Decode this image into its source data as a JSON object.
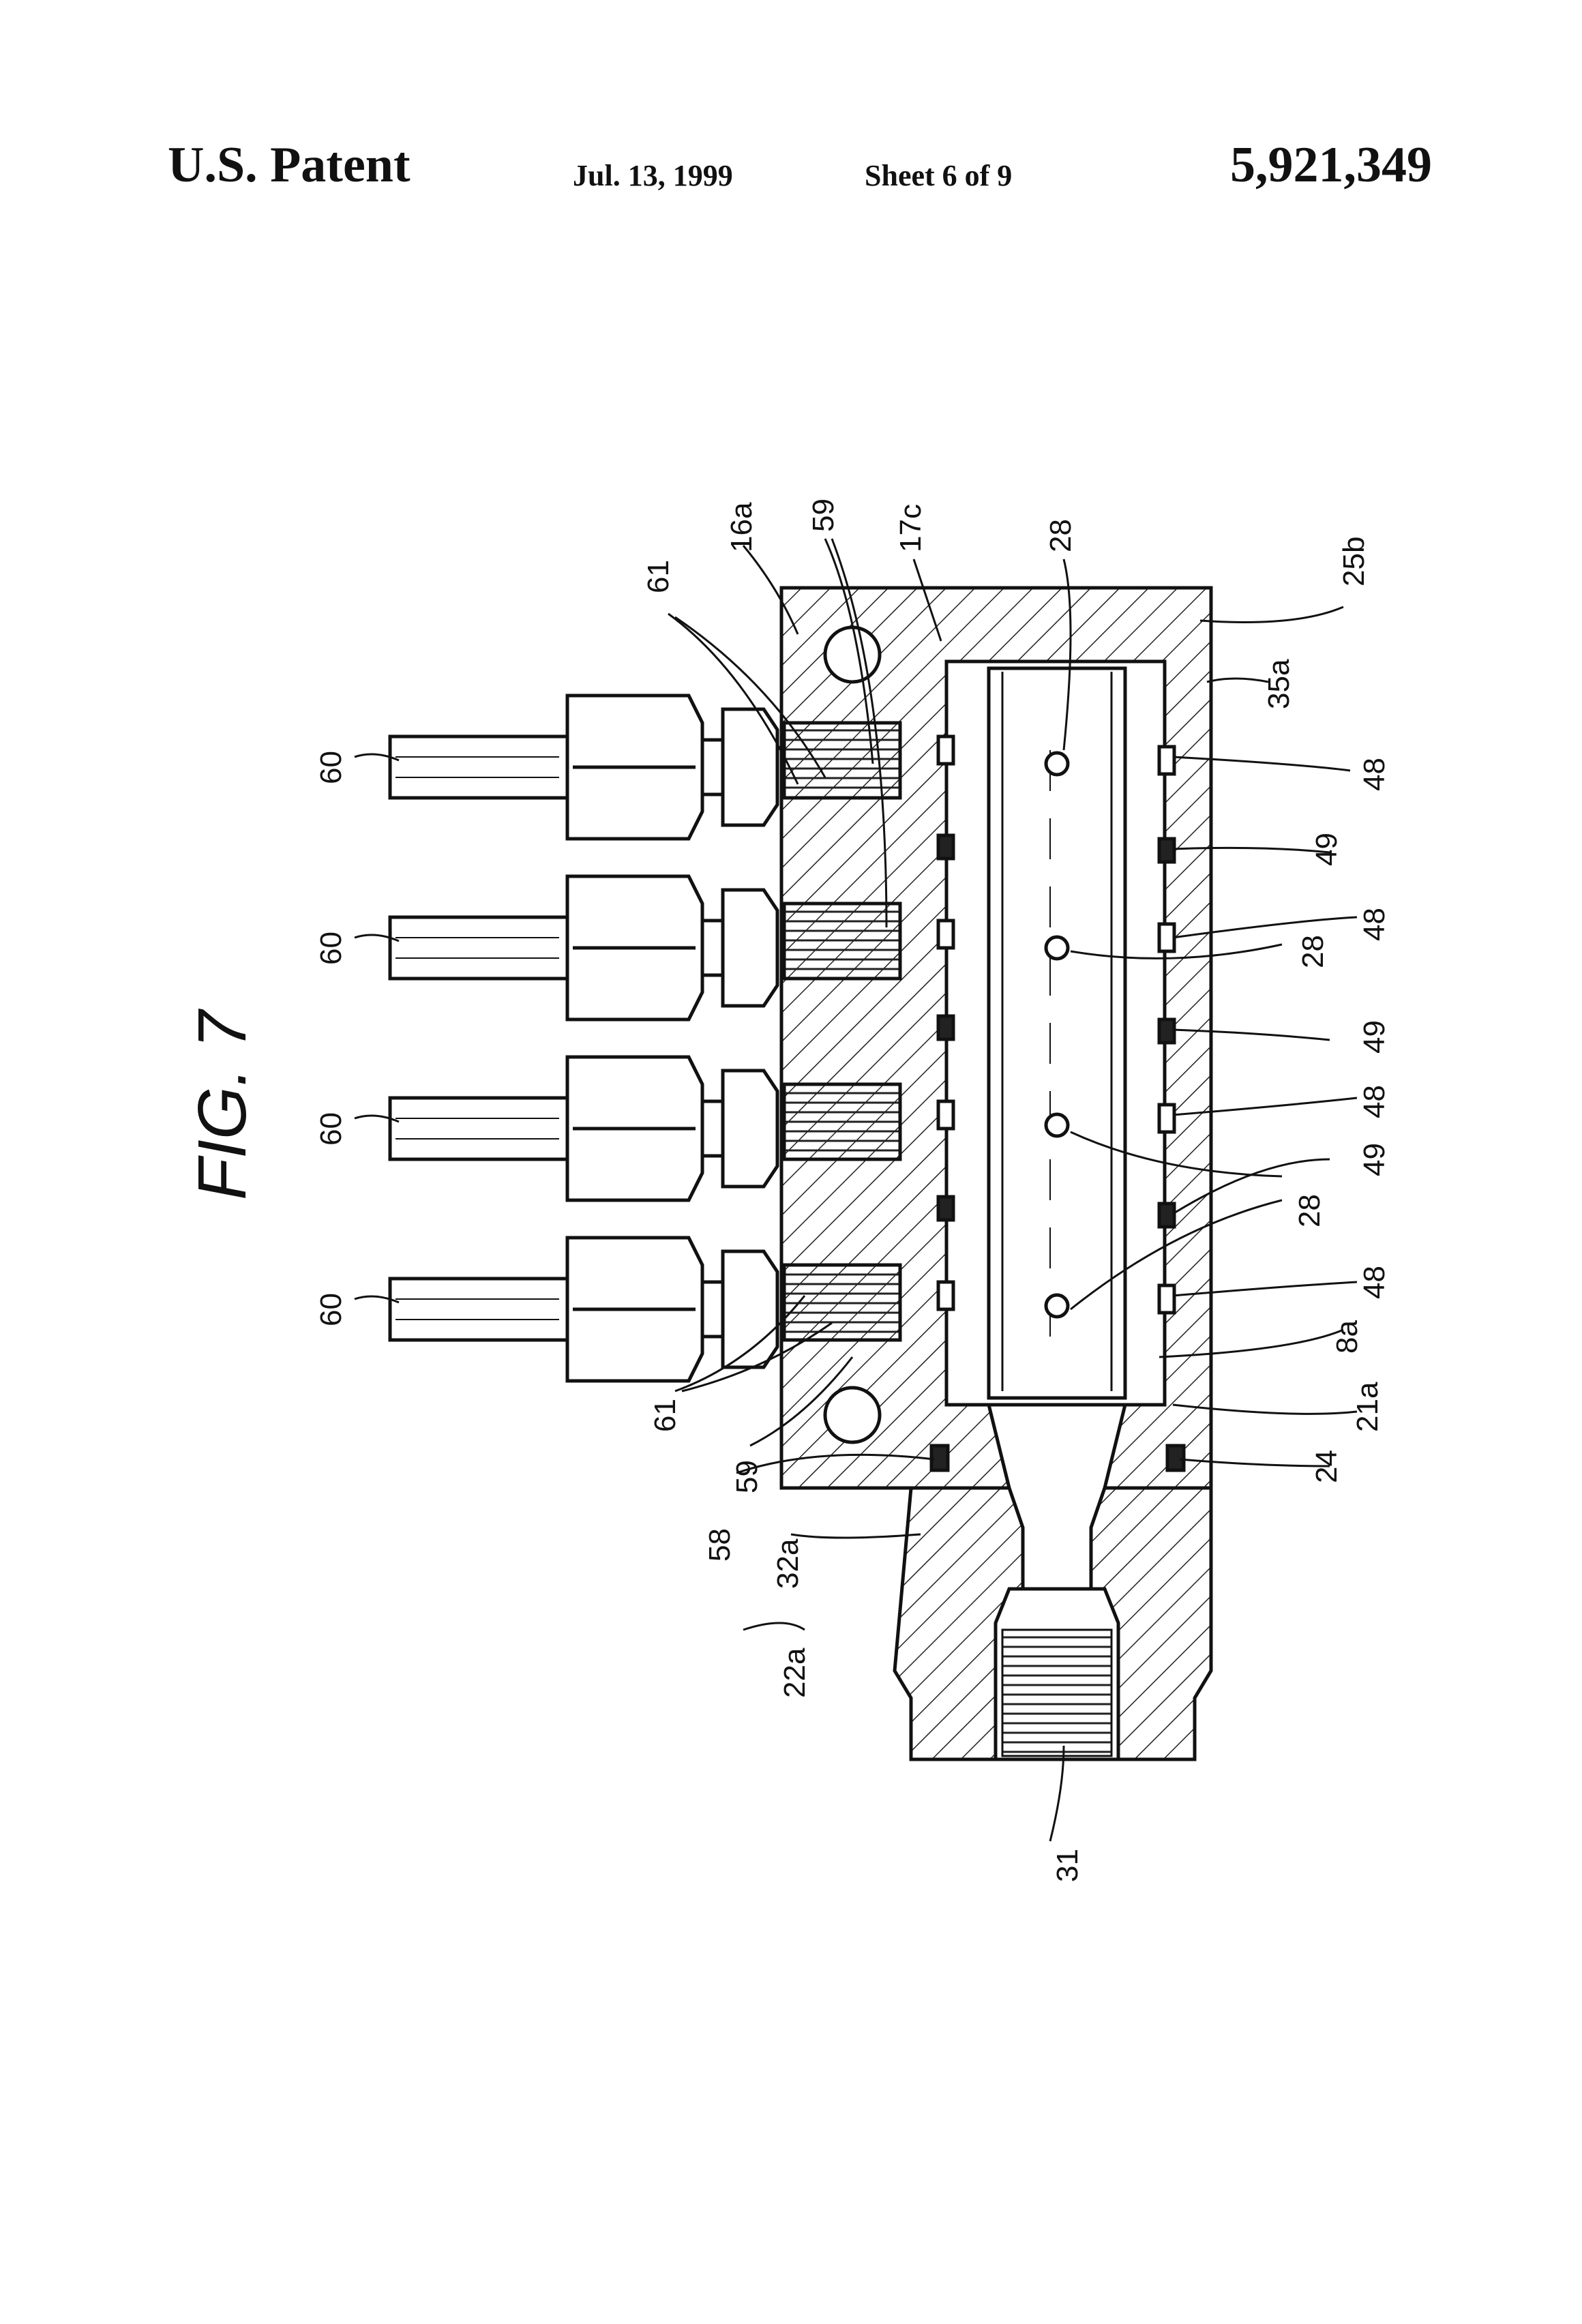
{
  "header": {
    "left": "U.S. Patent",
    "date": "Jul. 13, 1999",
    "sheet": "Sheet 6 of 9",
    "patent_number": "5,921,349"
  },
  "figure": {
    "label": "FIG. 7",
    "refs": {
      "r60": "60",
      "r61": "61",
      "r16a": "16a",
      "r59": "59",
      "r17c": "17c",
      "r28": "28",
      "r25b": "25b",
      "r35a": "35a",
      "r48": "48",
      "r49": "49",
      "r8a": "8a",
      "r21a": "21a",
      "r24": "24",
      "r58": "58",
      "r32a": "32a",
      "r22a": "22a",
      "r31": "31"
    }
  }
}
